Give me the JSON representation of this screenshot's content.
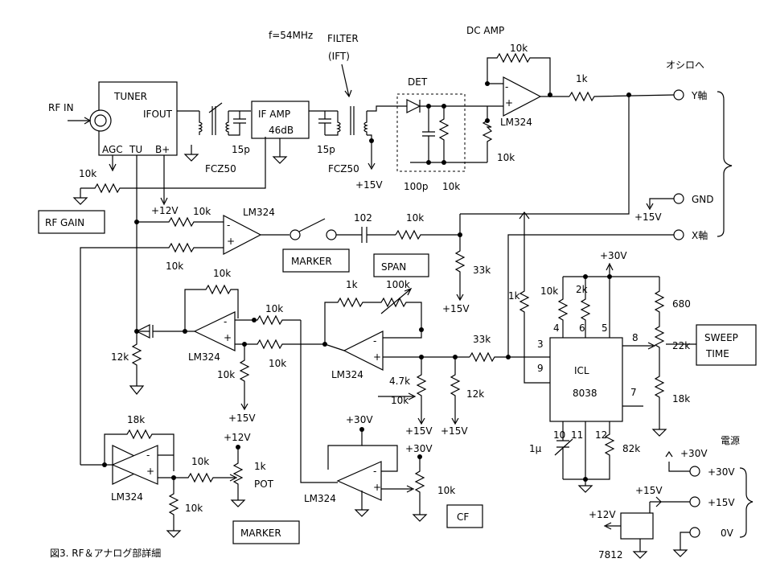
{
  "title": "図3. RF＆アナログ部詳細",
  "blocks": {
    "tuner": "TUNER",
    "rf_in": "RF IN",
    "ifout": "IFOUT",
    "agc": "AGC",
    "tu": "TU",
    "bplus": "B+",
    "freq": "f=54MHz",
    "filter": "FILTER",
    "ift": "(IFT)",
    "if_amp": "IF AMP",
    "if_gain": "46dB",
    "det": "DET",
    "dc_amp": "DC AMP",
    "to_osc": "オシロへ",
    "y_axis": "Y軸",
    "gnd": "GND",
    "x_axis": "X軸",
    "rf_gain": "RF GAIN",
    "marker_sw": "MARKER",
    "span": "SPAN",
    "sweep_time_1": "SWEEP",
    "sweep_time_2": "TIME",
    "icl": "ICL",
    "icl_num": "8038",
    "pot": "POT",
    "marker_pot": "MARKER",
    "cf": "CF",
    "power": "電源",
    "reg": "7812"
  },
  "parts": {
    "fcz1": "FCZ50",
    "fcz2": "FCZ50",
    "c15p_1": "15p",
    "c15p_2": "15p",
    "c100p": "100p",
    "r10k_det": "10k",
    "r10k_dc_top": "10k",
    "r10k_dc_bot": "10k",
    "op_dc": "LM324",
    "r1k_out": "1k",
    "r10k_rfgain": "10k",
    "r10k_mk1": "10k",
    "r10k_mk2": "10k",
    "op_mk": "LM324",
    "c102": "102",
    "r10k_marker": "10k",
    "r33k_span": "33k",
    "r10k_fb1": "10k",
    "r10k_in1": "10k",
    "r10k_in2": "10k",
    "op_inv1": "LM324",
    "r12k_1": "12k",
    "r10k_bias1": "10k",
    "r1k_span": "1k",
    "r100k_span": "100k",
    "op_span": "LM324",
    "r4k7": "4.7k",
    "r10k_span_pot": "10k",
    "r12k_2": "12k",
    "r33k_sweep": "33k",
    "r1k_icl": "1k",
    "r10k_icl": "10k",
    "r2k_icl": "2k",
    "r680": "680",
    "r22k": "22k",
    "r18k_icl": "18k",
    "c1u": "1μ",
    "r82k": "82k",
    "r18k_mk": "18k",
    "op_mk2": "LM324",
    "r10k_mk3": "10k",
    "r10k_mk4": "10k",
    "r1k_pot": "1k",
    "op_cf": "LM324",
    "r10k_cf": "10k"
  },
  "pins": {
    "p3": "3",
    "p4": "4",
    "p5": "5",
    "p6": "6",
    "p7": "7",
    "p8": "8",
    "p9": "9",
    "p10": "10",
    "p11": "11",
    "p12": "12"
  },
  "rails": {
    "v15_ifamp": "+15V",
    "v12_mk": "+12V",
    "v15_gnd": "+15V",
    "v15_span": "+15V",
    "v30_icl": "+30V",
    "v15_bias1": "+15V",
    "v15_pot1": "+15V",
    "v15_pot2": "+15V",
    "v30_cf": "+30V",
    "v12_pot": "+12V",
    "v30_cfpot": "+30V",
    "v30_supply_in": "+30V",
    "v15_supply_in": "+15V",
    "v12_reg": "+12V",
    "v30_out": "+30V",
    "v15_out": "+15V",
    "v0_out": "0V"
  },
  "opamp_signs": {
    "minus": "-",
    "plus": "+"
  }
}
